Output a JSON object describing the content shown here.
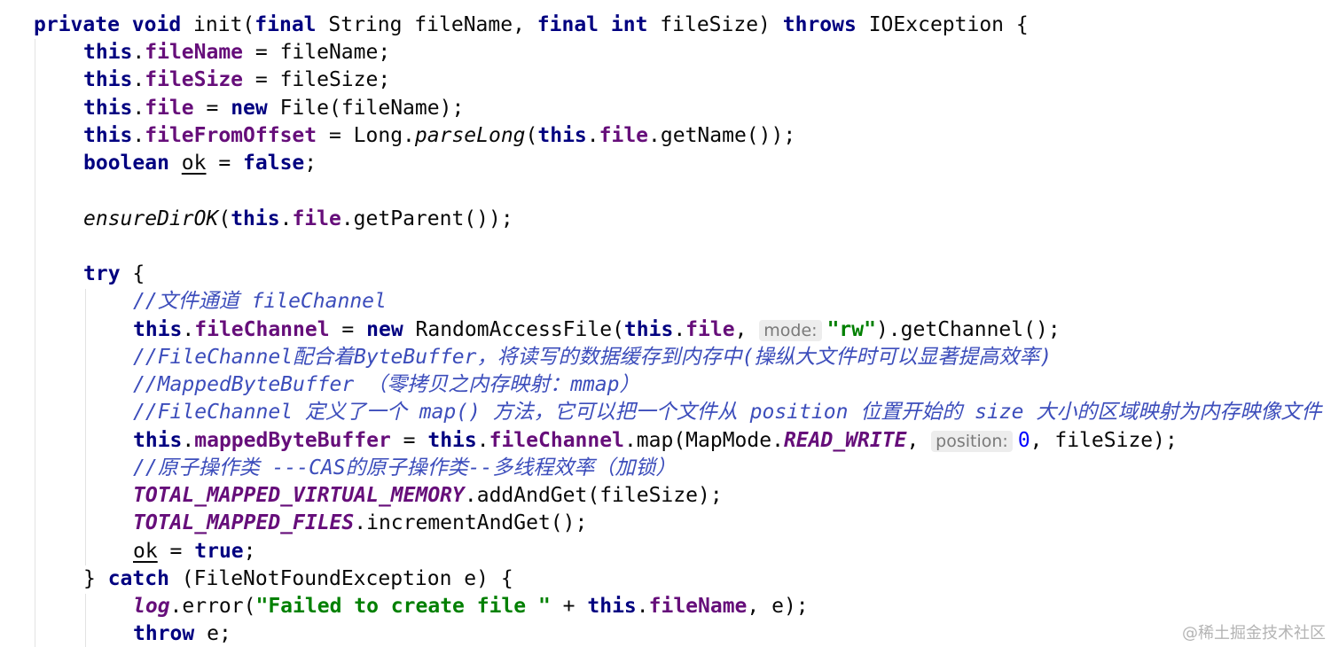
{
  "code": {
    "l1": {
      "kw_private": "private",
      "kw_void": "void",
      "t1": " init(",
      "kw_final1": "final",
      "t2": " String fileName, ",
      "kw_final2": "final",
      "kw_int": "int",
      "t3": " fileSize) ",
      "kw_throws": "throws",
      "t4": " IOException {"
    },
    "l2": {
      "kw_this": "this",
      "dot": ".",
      "field": "fileName",
      "rest": " = fileName;"
    },
    "l3": {
      "kw_this": "this",
      "dot": ".",
      "field": "fileSize",
      "rest": " = fileSize;"
    },
    "l4": {
      "kw_this": "this",
      "dot": ".",
      "field": "file",
      "t1": " = ",
      "kw_new": "new",
      "rest": " File(fileName);"
    },
    "l5": {
      "kw_this": "this",
      "dot": ".",
      "field": "fileFromOffset",
      "t1": " = Long.",
      "method": "parseLong",
      "t2": "(",
      "kw_this2": "this",
      "dot2": ".",
      "field2": "file",
      "rest": ".getName());"
    },
    "l6": {
      "kw_boolean": "boolean",
      "sp": " ",
      "var": "ok",
      "t1": " = ",
      "kw_false": "false",
      "rest": ";"
    },
    "l8": {
      "method": "ensureDirOK",
      "t1": "(",
      "kw_this": "this",
      "dot": ".",
      "field": "file",
      "rest": ".getParent());"
    },
    "l10": {
      "kw_try": "try",
      "rest": " {"
    },
    "l11": {
      "comment": "//文件通道 fileChannel"
    },
    "l12": {
      "kw_this": "this",
      "dot": ".",
      "field": "fileChannel",
      "t1": " = ",
      "kw_new": "new",
      "t2": " RandomAccessFile(",
      "kw_this2": "this",
      "dot2": ".",
      "field2": "file",
      "t3": ", ",
      "hint": "mode:",
      "str": "\"rw\"",
      "rest": ").getChannel();"
    },
    "l13": {
      "comment": "//FileChannel配合着ByteBuffer，将读写的数据缓存到内存中(操纵大文件时可以显著提高效率)"
    },
    "l14": {
      "comment": "//MappedByteBuffer （零拷贝之内存映射：mmap）"
    },
    "l15": {
      "comment": "//FileChannel 定义了一个 map() 方法，它可以把一个文件从 position 位置开始的 size 大小的区域映射为内存映像文件"
    },
    "l16": {
      "kw_this": "this",
      "dot": ".",
      "field": "mappedByteBuffer",
      "t1": " = ",
      "kw_this2": "this",
      "dot2": ".",
      "field2": "fileChannel",
      "t2": ".map(MapMode.",
      "const": "READ_WRITE",
      "t3": ", ",
      "hint": "position:",
      "num": "0",
      "rest": ", fileSize);"
    },
    "l17": {
      "comment": "//原子操作类 ---CAS的原子操作类--多线程效率（加锁）"
    },
    "l18": {
      "const": "TOTAL_MAPPED_VIRTUAL_MEMORY",
      "rest": ".addAndGet(fileSize);"
    },
    "l19": {
      "const": "TOTAL_MAPPED_FILES",
      "rest": ".incrementAndGet();"
    },
    "l20": {
      "var": "ok",
      "t1": " = ",
      "kw_true": "true",
      "rest": ";"
    },
    "l21": {
      "t1": "} ",
      "kw_catch": "catch",
      "rest": " (FileNotFoundException e) {"
    },
    "l22": {
      "const": "log",
      "t1": ".error(",
      "str": "\"Failed to create file \"",
      "t2": " + ",
      "kw_this": "this",
      "dot": ".",
      "field": "fileName",
      "rest": ", e);"
    },
    "l23": {
      "kw_throw": "throw",
      "rest": " e;"
    }
  },
  "watermark": "@稀土掘金技术社区"
}
